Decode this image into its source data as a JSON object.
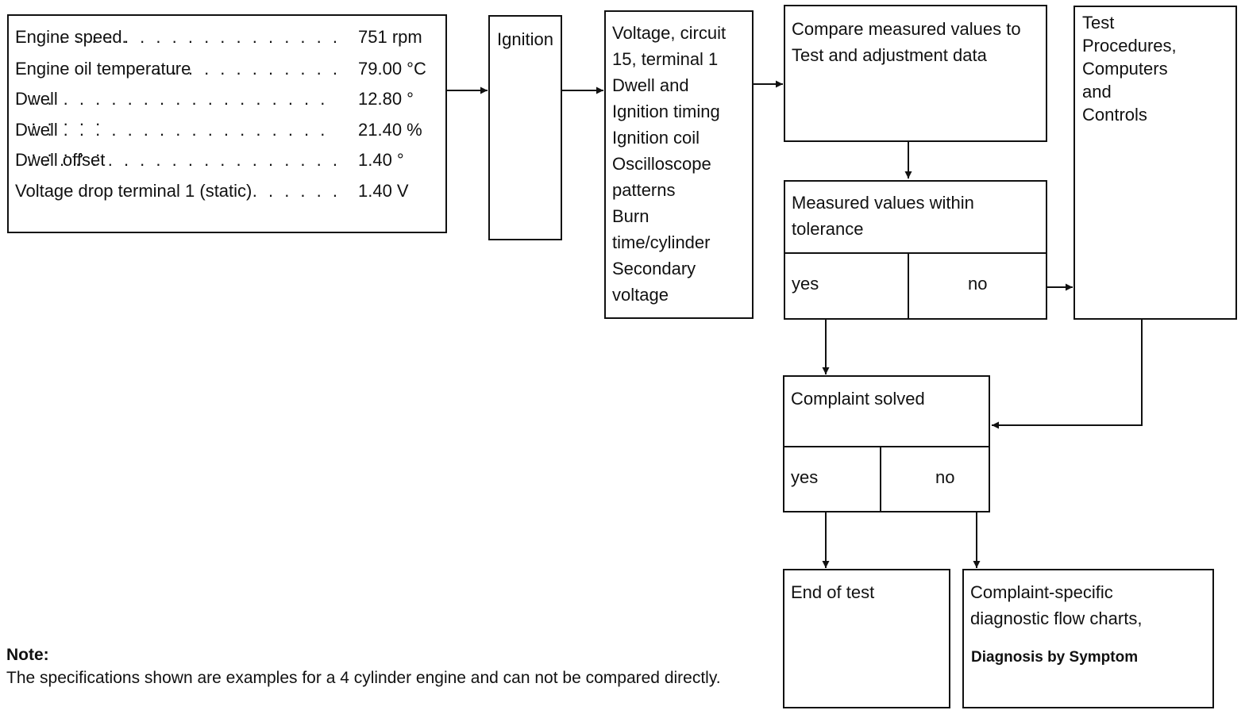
{
  "data_table": {
    "rows": [
      {
        "label": "Engine speed.",
        "dots": ". . . . . . . . . . . . . . . . . .",
        "value": "751 rpm"
      },
      {
        "label": "Engine oil temperature",
        "dots": ". . . . . . . . . . . .",
        "value": "79.00 °C"
      },
      {
        "label": "Dwell",
        "dots": ". . . . . . . . . . . . . . . . . . . . . . . . . .",
        "value": "12.80 °"
      },
      {
        "label": "Dwell",
        "dots": ". . . . . . . . . . . . . . . . . . . . . . . . . .",
        "value": "21.40 %"
      },
      {
        "label": "Dwell offset",
        "dots": ". . . . . . . . . . . . . . . . . . . .",
        "value": "1.40 °"
      },
      {
        "label": "Voltage drop terminal 1 (static)",
        "dots": ". . . . . .",
        "value": "1.40 V"
      }
    ]
  },
  "ignition_box": {
    "label": "Ignition"
  },
  "measurements_box": {
    "lines": [
      "Voltage, circuit",
      "15, terminal 1",
      "Dwell and",
      "Ignition timing",
      "Ignition coil",
      "Oscilloscope",
      "patterns",
      "Burn",
      "time/cylinder",
      "Secondary",
      "voltage"
    ]
  },
  "compare_box": {
    "lines": [
      "Compare measured values to",
      "Test and adjustment data"
    ]
  },
  "tolerance_box": {
    "lines": [
      "Measured values within",
      "tolerance"
    ],
    "yes": "yes",
    "no": "no"
  },
  "test_procedures_box": {
    "lines": [
      "Test",
      "Procedures,",
      "Computers",
      "and",
      "Controls"
    ]
  },
  "complaint_box": {
    "label": "Complaint solved",
    "yes": "yes",
    "no": "no"
  },
  "end_box": {
    "label": "End of test"
  },
  "flowcharts_box": {
    "lines": [
      "Complaint-specific",
      "diagnostic flow charts,"
    ],
    "bold_line": "Diagnosis by Symptom"
  },
  "note": {
    "title": "Note:",
    "text": "The specifications shown are examples for a 4 cylinder engine and can not be compared directly."
  }
}
